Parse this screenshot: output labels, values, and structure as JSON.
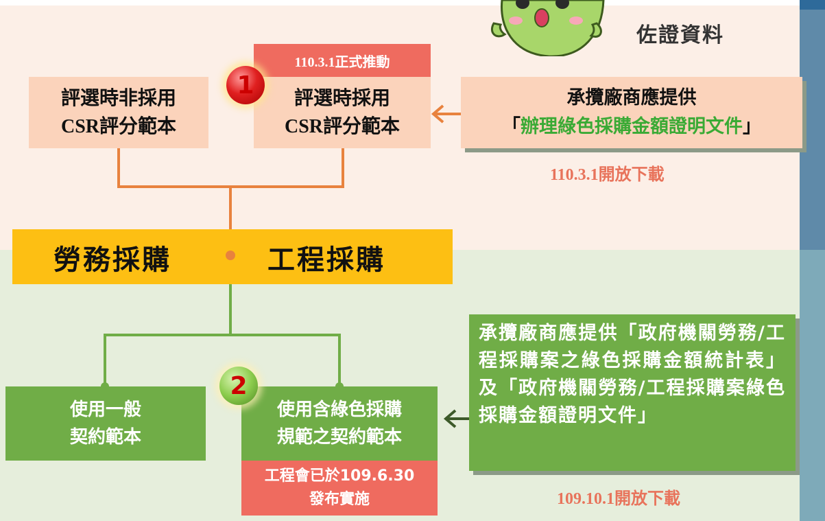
{
  "top": {
    "box_left": {
      "line1": "評選時非採用",
      "line2": "CSR評分範本"
    },
    "tag_top": "110.3.1正式推動",
    "box_mid": {
      "line1": "評選時採用",
      "line2": "CSR評分範本"
    },
    "step1": "1",
    "box_right": {
      "line1": "承攬廠商應提供",
      "quote_open": "「",
      "doc": "辦理綠色採購金額證明文件",
      "quote_close": "」"
    },
    "download1": "110.3.1開放下載",
    "mascot_label": "佐證資料"
  },
  "banner": {
    "left": "勞務採購",
    "right": "工程採購"
  },
  "bottom": {
    "box_left": {
      "line1": "使用一般",
      "line2": "契約範本"
    },
    "step2": "2",
    "box_mid": {
      "line1": "使用含綠色採購",
      "line2": "規範之契約範本"
    },
    "tag_bottom": {
      "line1": "工程會已於109.6.30",
      "line2": "發布實施"
    },
    "box_right": "承攬廠商應提供「政府機關勞務/工程採購案之綠色採購金額統計表」及「政府機關勞務/工程採購案綠色採購金額證明文件」",
    "download2": "109.10.1開放下載"
  },
  "colors": {
    "peach": "#fbd3bb",
    "red_tag": "#ef6b5f",
    "banner_yellow": "#fdbf13",
    "green": "#70ad47",
    "orange_line": "#e8823e",
    "green_line": "#70ad47",
    "doc_green": "#3aaa35",
    "arrow_dark": "#3d5a2a"
  }
}
